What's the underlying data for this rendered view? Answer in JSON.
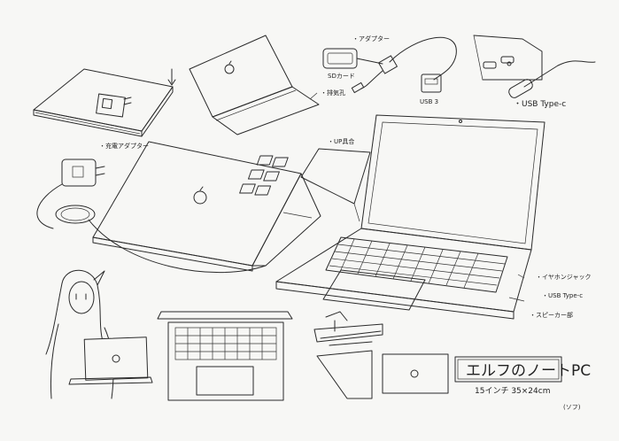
{
  "labels": {
    "adapter": "・アダプター",
    "sd_card": "SDカード",
    "usb_3": "USB 3",
    "usb_type_c_port": "・USB Type-c",
    "charge_adapter": "・充電アダプター",
    "exhaust": "・排気孔",
    "keyboard_up": "・UP具合",
    "headphone_jack": "・イヤホンジャック",
    "usb_type_c_side": "・USB Type-c",
    "speaker": "・スピーカー部"
  },
  "title_block": {
    "title": "エルフのノートPC",
    "spec": "15インチ 35×24cm",
    "page": "(ソフ)"
  }
}
